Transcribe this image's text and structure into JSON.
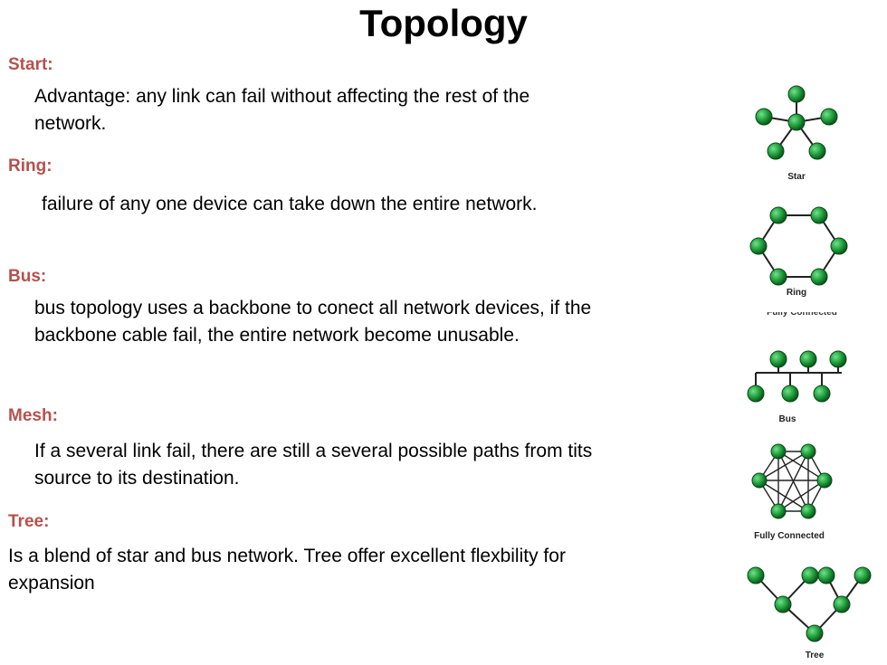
{
  "title": "Topology",
  "sections": [
    {
      "heading": "Start:",
      "text": "Advantage: any link can fail without affecting the rest of the network."
    },
    {
      "heading": "Ring:",
      "text": "failure of any one device can take down the entire network."
    },
    {
      "heading": "Bus:",
      "text": "bus topology uses a backbone to conect all network devices, if the backbone cable fail, the entire network become unusable."
    },
    {
      "heading": "Mesh:",
      "text": "If a several link fail, there are still a several possible paths from tits source to its destination."
    },
    {
      "heading": "Tree:",
      "text": "Is a blend of star and bus network. Tree offer excellent flexbility for expansion"
    }
  ],
  "diagrams": {
    "star": "Star",
    "ring": "Ring",
    "bus": "Bus",
    "fully": "Fully Connected",
    "tree": "Tree"
  },
  "colors": {
    "heading": "#b5514d",
    "node": "#1f9a3a",
    "node_dark": "#0a5a1c",
    "line": "#222222"
  }
}
